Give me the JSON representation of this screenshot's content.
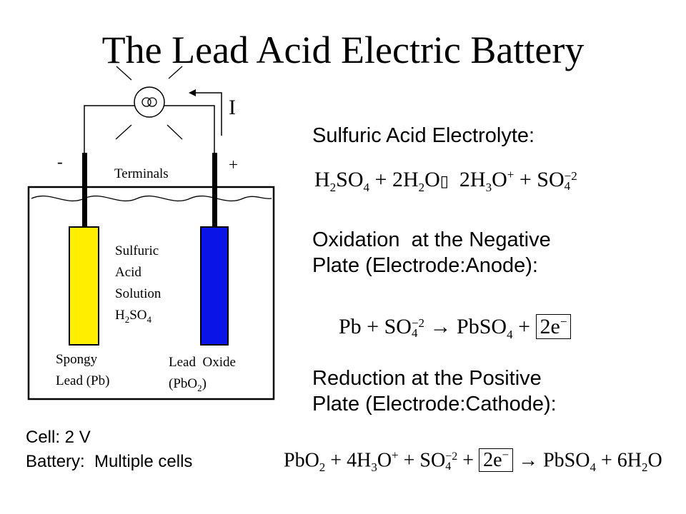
{
  "title": "The Lead Acid Electric Battery",
  "diagram": {
    "current_label": "I",
    "minus_label": "-",
    "plus_label": "+",
    "terminals_label": "Terminals",
    "solution_lines": [
      "Sulfuric",
      "Acid",
      "Solution"
    ],
    "formula": {
      "h": "H",
      "h_sub": "2",
      "so": "SO",
      "so_sub": "4"
    },
    "negative_plate": {
      "line1": "Spongy",
      "line2": "Lead (Pb)"
    },
    "positive_plate": {
      "line1": "Lead  Oxide",
      "line2_pre": "(PbO",
      "line2_sub": "2",
      "line2_post": ")"
    },
    "colors": {
      "negative_plate": "#ffee00",
      "positive_plate": "#0a14e6"
    }
  },
  "cell_info": {
    "line1": "Cell: 2 V",
    "line2": "Battery:  Multiple cells"
  },
  "sections": {
    "electrolyte": {
      "heading": "Sulfuric Acid Electrolyte:"
    },
    "oxidation": {
      "line1": "Oxidation  at the Negative",
      "line2": "Plate (Electrode:Anode):"
    },
    "reduction": {
      "line1": "Reduction at the Positive",
      "line2": "Plate (Electrode:Cathode):"
    }
  },
  "equations": {
    "electrolyte": {
      "t1": "H",
      "s1": "2",
      "t2": "SO",
      "s2": "4",
      "t3": " + 2H",
      "s3": "2",
      "t4": "O",
      "glyph": "▯",
      "t5": "  2H",
      "s5": "3",
      "t6": "O",
      "p6": "+",
      "t7": " + SO",
      "s7": "4",
      "p7": "−2"
    },
    "oxidation": {
      "t1": "Pb + SO",
      "s1": "4",
      "p1": "−2",
      "t2": " → PbSO",
      "s2": "4",
      "t3": " + ",
      "boxed": "2e",
      "boxed_sup": "−"
    },
    "reduction": {
      "t1": "PbO",
      "s1": "2",
      "t2": " + 4H",
      "s2": "3",
      "t3": "O",
      "p3": "+",
      "t4": " + SO",
      "s4": "4",
      "p4": "−2",
      "t5": " + ",
      "boxed": "2e",
      "boxed_sup": "−",
      "t6": " → PbSO",
      "s6": "4",
      "t7": " + 6H",
      "s7": "2",
      "t8": "O"
    }
  }
}
